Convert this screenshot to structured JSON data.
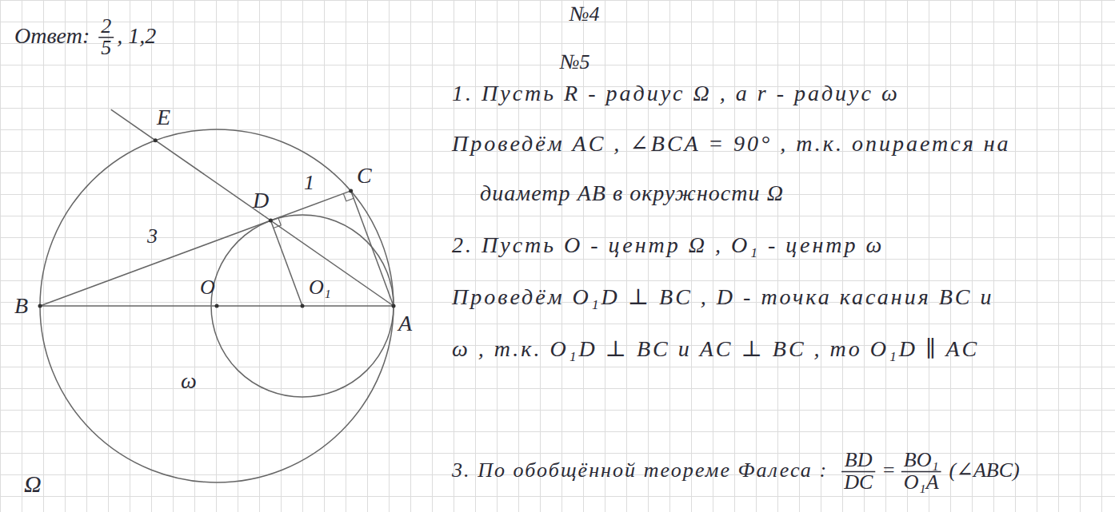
{
  "diagram": {
    "labels": [
      "№4",
      "Ответ:",
      "2",
      "5",
      ", 1,2",
      "№5",
      "E",
      "B",
      "O",
      "O₁",
      "A",
      "C",
      "D",
      "1",
      "3",
      "ω",
      "Ω",
      "1. Пусть R - радиус Ω , а r - радиус ω",
      "Проведём AC , ∠BCA = 90° , т.к. опирается на",
      "диаметр AB в окружности Ω",
      "2. Пусть O - центр Ω , O₁ - центр ω",
      "Проведём O₁D ⊥ BC , D - точка касания BC и",
      "ω , т.к. O₁D ⊥ BC и AC ⊥ BC , то O₁D ∥ AC",
      "3. По обобщённой теореме Фалеса :",
      "BD",
      "DC",
      "=",
      "BO₁",
      "O₁A",
      "(∠ABC)"
    ]
  }
}
